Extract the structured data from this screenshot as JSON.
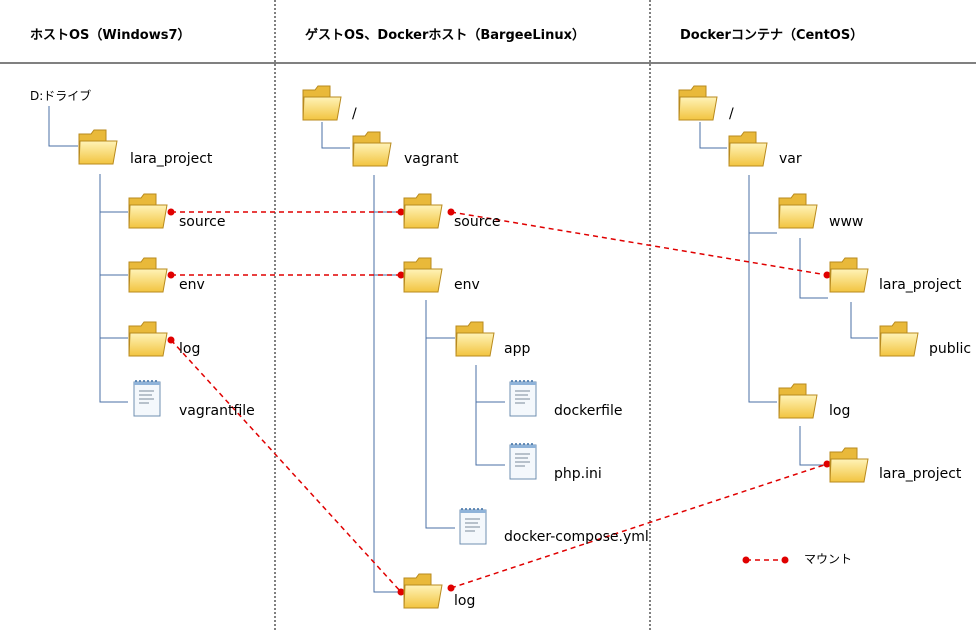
{
  "columns": {
    "host": "ホストOS（Windows7）",
    "guest": "ゲストOS、Dockerホスト（BargeeLinux）",
    "container": "Dockerコンテナ（CentOS）"
  },
  "host": {
    "drive": "D:ドライブ",
    "lara_project": "lara_project",
    "source": "source",
    "env": "env",
    "log": "log",
    "vagrantfile": "vagrantfile"
  },
  "guest": {
    "root": "/",
    "vagrant": "vagrant",
    "source": "source",
    "env": "env",
    "app": "app",
    "dockerfile": "dockerfile",
    "php_ini": "php.ini",
    "compose": "docker-compose.yml",
    "log": "log"
  },
  "container": {
    "root": "/",
    "var": "var",
    "www": "www",
    "lara_project": "lara_project",
    "public": "public",
    "log": "log",
    "log_lara_project": "lara_project"
  },
  "legend": {
    "mount": "マウント"
  },
  "colors": {
    "mount_line": "#e00000",
    "tree_line": "#4a6fa5",
    "folder_fill": "#f7d35b",
    "folder_edge": "#b88a1e"
  }
}
